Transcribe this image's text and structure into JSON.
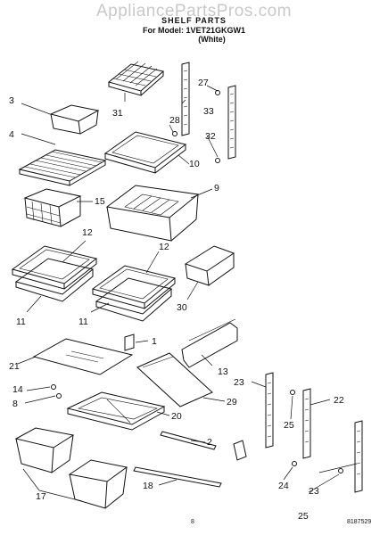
{
  "watermark": "AppliancePartsPros.com",
  "header": {
    "title": "SHELF PARTS",
    "model_line": "For Model: 1VET21GKGW1",
    "color_line": "(White)"
  },
  "callouts": [
    {
      "id": "c1",
      "label": "1"
    },
    {
      "id": "c2",
      "label": "2"
    },
    {
      "id": "c3",
      "label": "3"
    },
    {
      "id": "c4",
      "label": "4"
    },
    {
      "id": "c8",
      "label": "8"
    },
    {
      "id": "c9",
      "label": "9"
    },
    {
      "id": "c10",
      "label": "10"
    },
    {
      "id": "c11a",
      "label": "11"
    },
    {
      "id": "c11b",
      "label": "11"
    },
    {
      "id": "c12a",
      "label": "12"
    },
    {
      "id": "c12b",
      "label": "12"
    },
    {
      "id": "c13",
      "label": "13"
    },
    {
      "id": "c14",
      "label": "14"
    },
    {
      "id": "c15",
      "label": "15"
    },
    {
      "id": "c17",
      "label": "17"
    },
    {
      "id": "c18",
      "label": "18"
    },
    {
      "id": "c20",
      "label": "20"
    },
    {
      "id": "c21",
      "label": "21"
    },
    {
      "id": "c22",
      "label": "22"
    },
    {
      "id": "c23a",
      "label": "23"
    },
    {
      "id": "c23b",
      "label": "23"
    },
    {
      "id": "c24",
      "label": "24"
    },
    {
      "id": "c25a",
      "label": "25"
    },
    {
      "id": "c25b",
      "label": "25"
    },
    {
      "id": "c27",
      "label": "27"
    },
    {
      "id": "c28",
      "label": "28"
    },
    {
      "id": "c29",
      "label": "29"
    },
    {
      "id": "c30",
      "label": "30"
    },
    {
      "id": "c31",
      "label": "31"
    },
    {
      "id": "c32",
      "label": "32"
    },
    {
      "id": "c33",
      "label": "33"
    }
  ],
  "footer": {
    "page": "8",
    "doc_number": "8187529"
  }
}
